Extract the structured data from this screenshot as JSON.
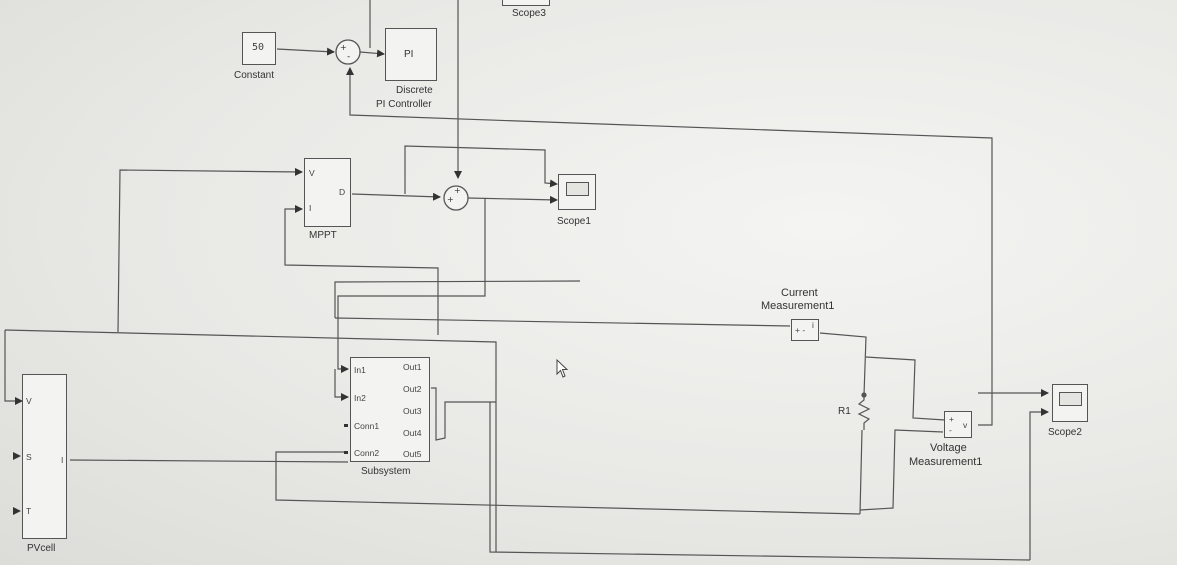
{
  "blocks": {
    "scope3": {
      "label": "Scope3"
    },
    "constant": {
      "value": "50",
      "label": "Constant"
    },
    "pi": {
      "text": "PI",
      "label_line1": "Discrete",
      "label_line2": "PI Controller"
    },
    "mppt": {
      "port_v": "V",
      "port_i": "I",
      "port_d": "D",
      "label": "MPPT"
    },
    "scope1": {
      "label": "Scope1"
    },
    "current_measurement": {
      "label_line1": "Current",
      "label_line2": "Measurement1",
      "port_i": "i",
      "signs": "+ -"
    },
    "r1": {
      "label": "R1"
    },
    "voltage_measurement": {
      "label_line1": "Voltage",
      "label_line2": "Measurement1",
      "port_v": "v",
      "plus": "+",
      "minus": "-"
    },
    "scope2": {
      "label": "Scope2"
    },
    "subsystem": {
      "label": "Subsystem",
      "inputs": [
        "In1",
        "In2",
        "Conn1",
        "Conn2"
      ],
      "outputs": [
        "Out1",
        "Out2",
        "Out3",
        "Out4",
        "Out5"
      ]
    },
    "pvcell": {
      "port_v": "V",
      "port_s": "S",
      "port_t": "T",
      "port_out": "I",
      "label": "PVcell"
    }
  },
  "sum_signs": {
    "sum1_plus": "+",
    "sum1_minus": "-",
    "sum2_plus_left": "+",
    "sum2_plus_top": "+"
  }
}
